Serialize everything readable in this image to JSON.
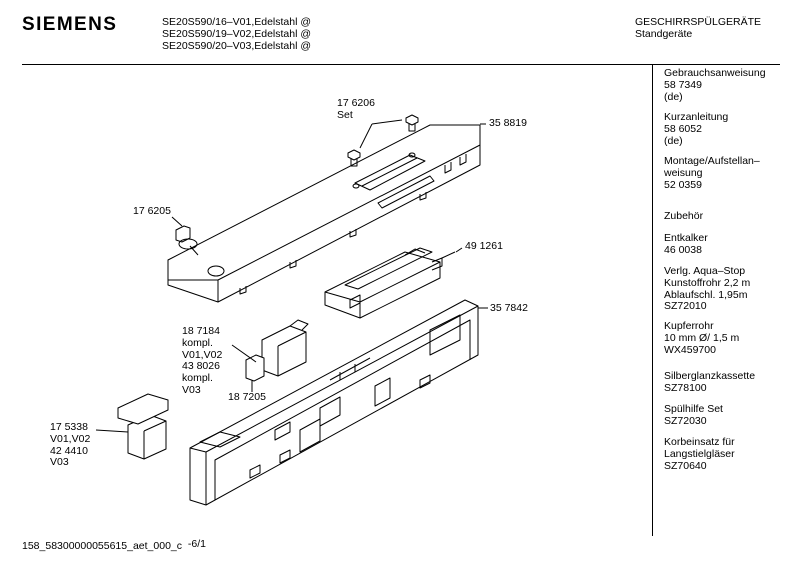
{
  "header": {
    "brand": "SIEMENS",
    "models": [
      "SE20S590/16–V01,Edelstahl @",
      "SE20S590/19–V02,Edelstahl @",
      "SE20S590/20–V03,Edelstahl @"
    ],
    "category": [
      "GESCHIRRSPÜLGERÄTE",
      "Standgeräte"
    ]
  },
  "sidebar": [
    {
      "lines": [
        "Gebrauchsanweisung",
        "58 7349",
        "(de)"
      ]
    },
    {
      "lines": [
        "Kurzanleitung",
        "58 6052",
        "(de)"
      ]
    },
    {
      "lines": [
        "Montage/Aufstellan–",
        "weisung",
        "52 0359"
      ]
    },
    {
      "lines": [
        "Zubehör"
      ]
    },
    {
      "lines": [
        "Entkalker",
        "46 0038"
      ]
    },
    {
      "lines": [
        "Verlg. Aqua–Stop",
        "Kunstoffrohr 2,2 m",
        "Ablaufschl. 1,95m",
        "SZ72010"
      ]
    },
    {
      "lines": [
        "Kupferrohr",
        "10 mm Ø/ 1,5 m",
        "WX459700"
      ]
    },
    {
      "lines": [
        "Silberglanzkassette",
        "SZ78100"
      ]
    },
    {
      "lines": [
        "Spülhilfe Set",
        "SZ72030"
      ]
    },
    {
      "lines": [
        "Korbeinsatz für",
        "Langstielgläser",
        "SZ70640"
      ]
    }
  ],
  "parts": {
    "p176206": [
      "17 6206",
      "Set"
    ],
    "p358819": [
      "35 8819"
    ],
    "p176205": [
      "17 6205"
    ],
    "p491261": [
      "49 1261"
    ],
    "p357842": [
      "35 7842"
    ],
    "p187184": [
      "18 7184",
      "kompl.",
      "V01,V02",
      "43 8026",
      "kompl.",
      "V03"
    ],
    "p187205": [
      "18 7205"
    ],
    "p175338": [
      "17 5338",
      "V01,V02",
      "42 4410",
      "V03"
    ]
  },
  "footer": {
    "doc_id": "158_58300000055615_aet_000_c",
    "page": "-6/1"
  }
}
